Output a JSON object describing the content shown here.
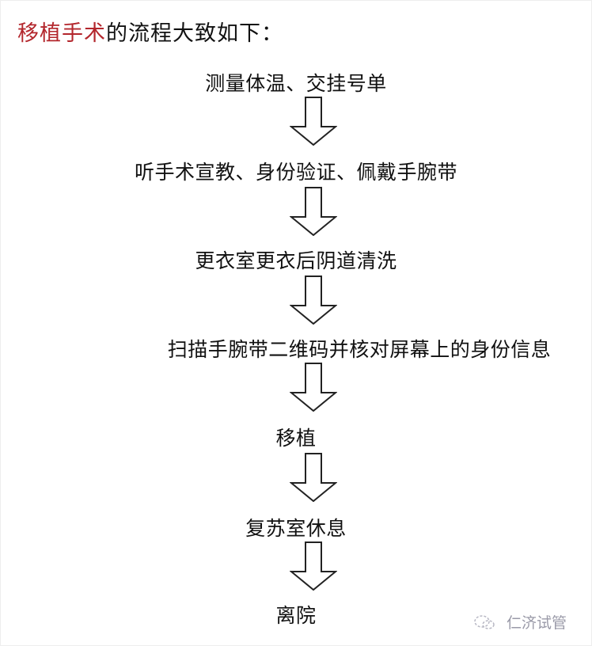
{
  "title": {
    "highlight": "移植手术",
    "rest": "的流程大致如下：",
    "highlight_color": "#b3262c"
  },
  "steps": [
    "测量体温、交挂号单",
    "听手术宣教、身份验证、佩戴手腕带",
    "更衣室更衣后阴道清洗",
    "扫描手腕带二维码并核对屏幕上的身份信息",
    "移植",
    "复苏室休息",
    "离院"
  ],
  "arrow_icon": "hollow-down-arrow",
  "watermark": {
    "icon": "chat-bubble-icon",
    "text": "仁济试管"
  }
}
